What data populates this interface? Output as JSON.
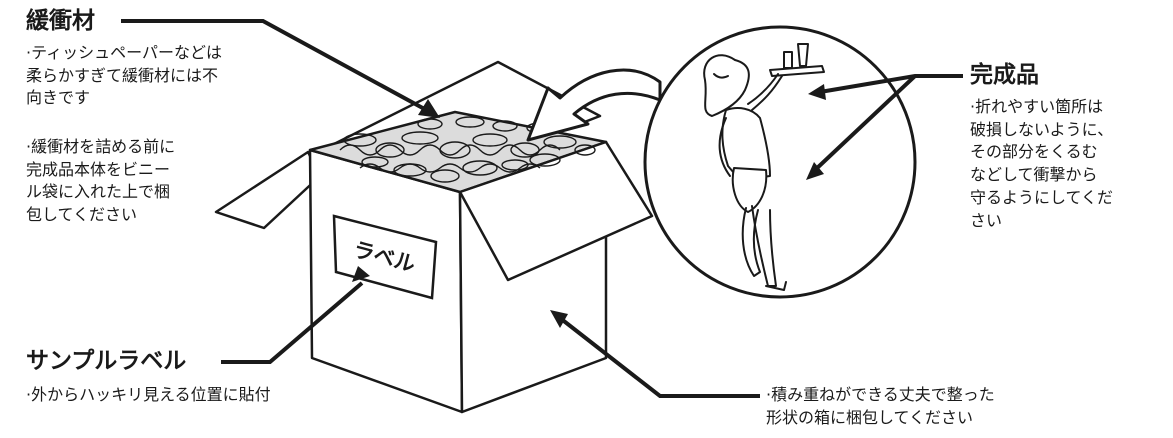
{
  "cushion": {
    "heading": "緩衝材",
    "note1": [
      "·ティッシュペーパーなどは",
      "柔らかすぎて緩衝材には不",
      "向きです"
    ],
    "note2": [
      "·緩衝材を詰める前に",
      "完成品本体をビニー",
      "ル袋に入れた上で梱",
      "包してください"
    ]
  },
  "label_section": {
    "heading": "サンプルラベル",
    "note": "·外からハッキリ見える位置に貼付"
  },
  "box_label": "ラベル",
  "finished": {
    "heading": "完成品",
    "note": [
      "·折れやすい箇所は",
      "破損しないように、",
      "その部分をくるむ",
      "などして衝撃から",
      "守るようにしてくだ",
      "さい"
    ]
  },
  "box_note": [
    "·積み重ねができる丈夫で整った",
    "形状の箱に梱包してください"
  ],
  "colors": {
    "ink": "#1a1a1a",
    "paper": "#ffffff",
    "shade": "#8a8a8a"
  }
}
